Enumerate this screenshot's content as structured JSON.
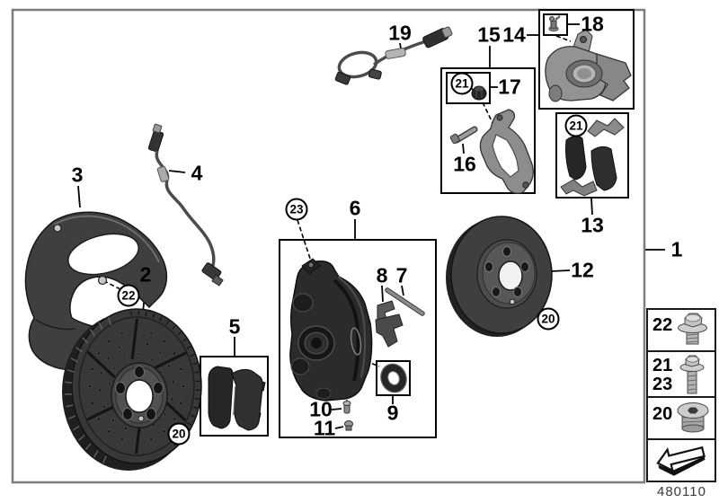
{
  "colors": {
    "background": "#ffffff",
    "frame_border": "#7d7d7d",
    "outline": "#000000",
    "dark_part": "#2e2e2e",
    "metal_part": "#969696"
  },
  "callouts": {
    "1": "1",
    "2": "2",
    "3": "3",
    "4": "4",
    "5": "5",
    "6": "6",
    "7": "7",
    "8": "8",
    "9": "9",
    "10": "10",
    "11": "11",
    "12": "12",
    "13": "13",
    "14": "14",
    "15": "15",
    "16": "16",
    "17": "17",
    "18": "18",
    "19": "19"
  },
  "circled_callouts": {
    "front_shield_bolt": "22",
    "front_disc_screw": "20",
    "caliper_assembly": "23",
    "carrier_cap": "21",
    "rear_pads_kit": "21",
    "rear_disc_screw": "20"
  },
  "legend": {
    "rows": [
      {
        "labels": [
          "22"
        ],
        "icon": "hex-flange-bolt-short-icon"
      },
      {
        "labels": [
          "21",
          "23"
        ],
        "icon": "hex-flange-bolt-long-icon"
      },
      {
        "labels": [
          "20"
        ],
        "icon": "screw-plug-icon"
      },
      {
        "labels": [],
        "icon": "direction-arrow-icon"
      }
    ]
  },
  "footer": {
    "diagram_number": "480110"
  }
}
